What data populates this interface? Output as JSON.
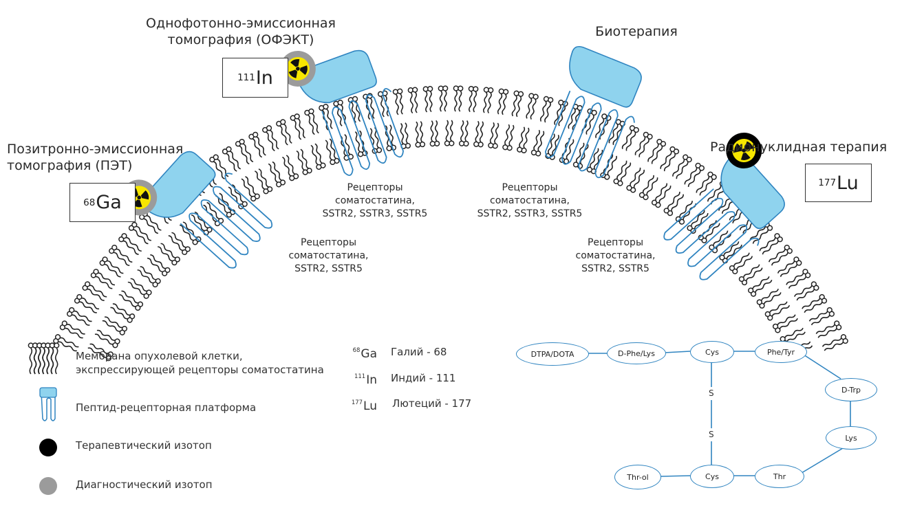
{
  "colors": {
    "platform_fill": "#8fd3ee",
    "platform_stroke": "#2f84c0",
    "radiation_yellow": "#f7e600",
    "therapeutic": "#000000",
    "diagnostic": "#9b9b9b",
    "lipid": "#222222"
  },
  "labels": {
    "spect_line1": "Однофотонно-эмиссионная",
    "spect_line2": "томография (ОФЭКТ)",
    "biotherapy": "Биотерапия",
    "pet_line1": "Позитронно-эмиссионная",
    "pet_line2": "томография (ПЭТ)",
    "radionuclide": "Радионуклидная терапия"
  },
  "isotope_boxes": {
    "in": {
      "mass": "111",
      "symbol": "In"
    },
    "ga": {
      "mass": "68",
      "symbol": "Ga"
    },
    "lu": {
      "mass": "177",
      "symbol": "Lu"
    }
  },
  "receptors": {
    "mid_left": [
      "Рецепторы",
      "соматостатина,",
      "SSTR2, SSTR3, SSTR5"
    ],
    "mid_right": [
      "Рецепторы",
      "соматостатина,",
      "SSTR2, SSTR3, SSTR5"
    ],
    "low_left": [
      "Рецепторы",
      "соматостатина,",
      "SSTR2, SSTR5"
    ],
    "low_right": [
      "Рецепторы",
      "соматостатина,",
      "SSTR2, SSTR5"
    ]
  },
  "legend": {
    "membrane_line1": "Мембрана опухолевой клетки,",
    "membrane_line2": "экспрессирующей рецепторы соматостатина",
    "platform": "Пептид-рецепторная платформа",
    "therapeutic": "Терапевтический изотоп",
    "diagnostic": "Диагностический изотоп"
  },
  "isotope_legend": [
    {
      "mass": "68",
      "symbol": "Ga",
      "name": "Галий - 68"
    },
    {
      "mass": "111",
      "symbol": "In",
      "name": "Индий - 111"
    },
    {
      "mass": "177",
      "symbol": "Lu",
      "name": "Лютеций - 177"
    }
  ],
  "peptide": {
    "nodes": [
      "DTPA/DOTA",
      "D-Phe/Lys",
      "Cys",
      "Phe/Tyr",
      "D-Trp",
      "Lys",
      "Thr",
      "Cys",
      "Thr-ol"
    ],
    "bond": "S"
  }
}
